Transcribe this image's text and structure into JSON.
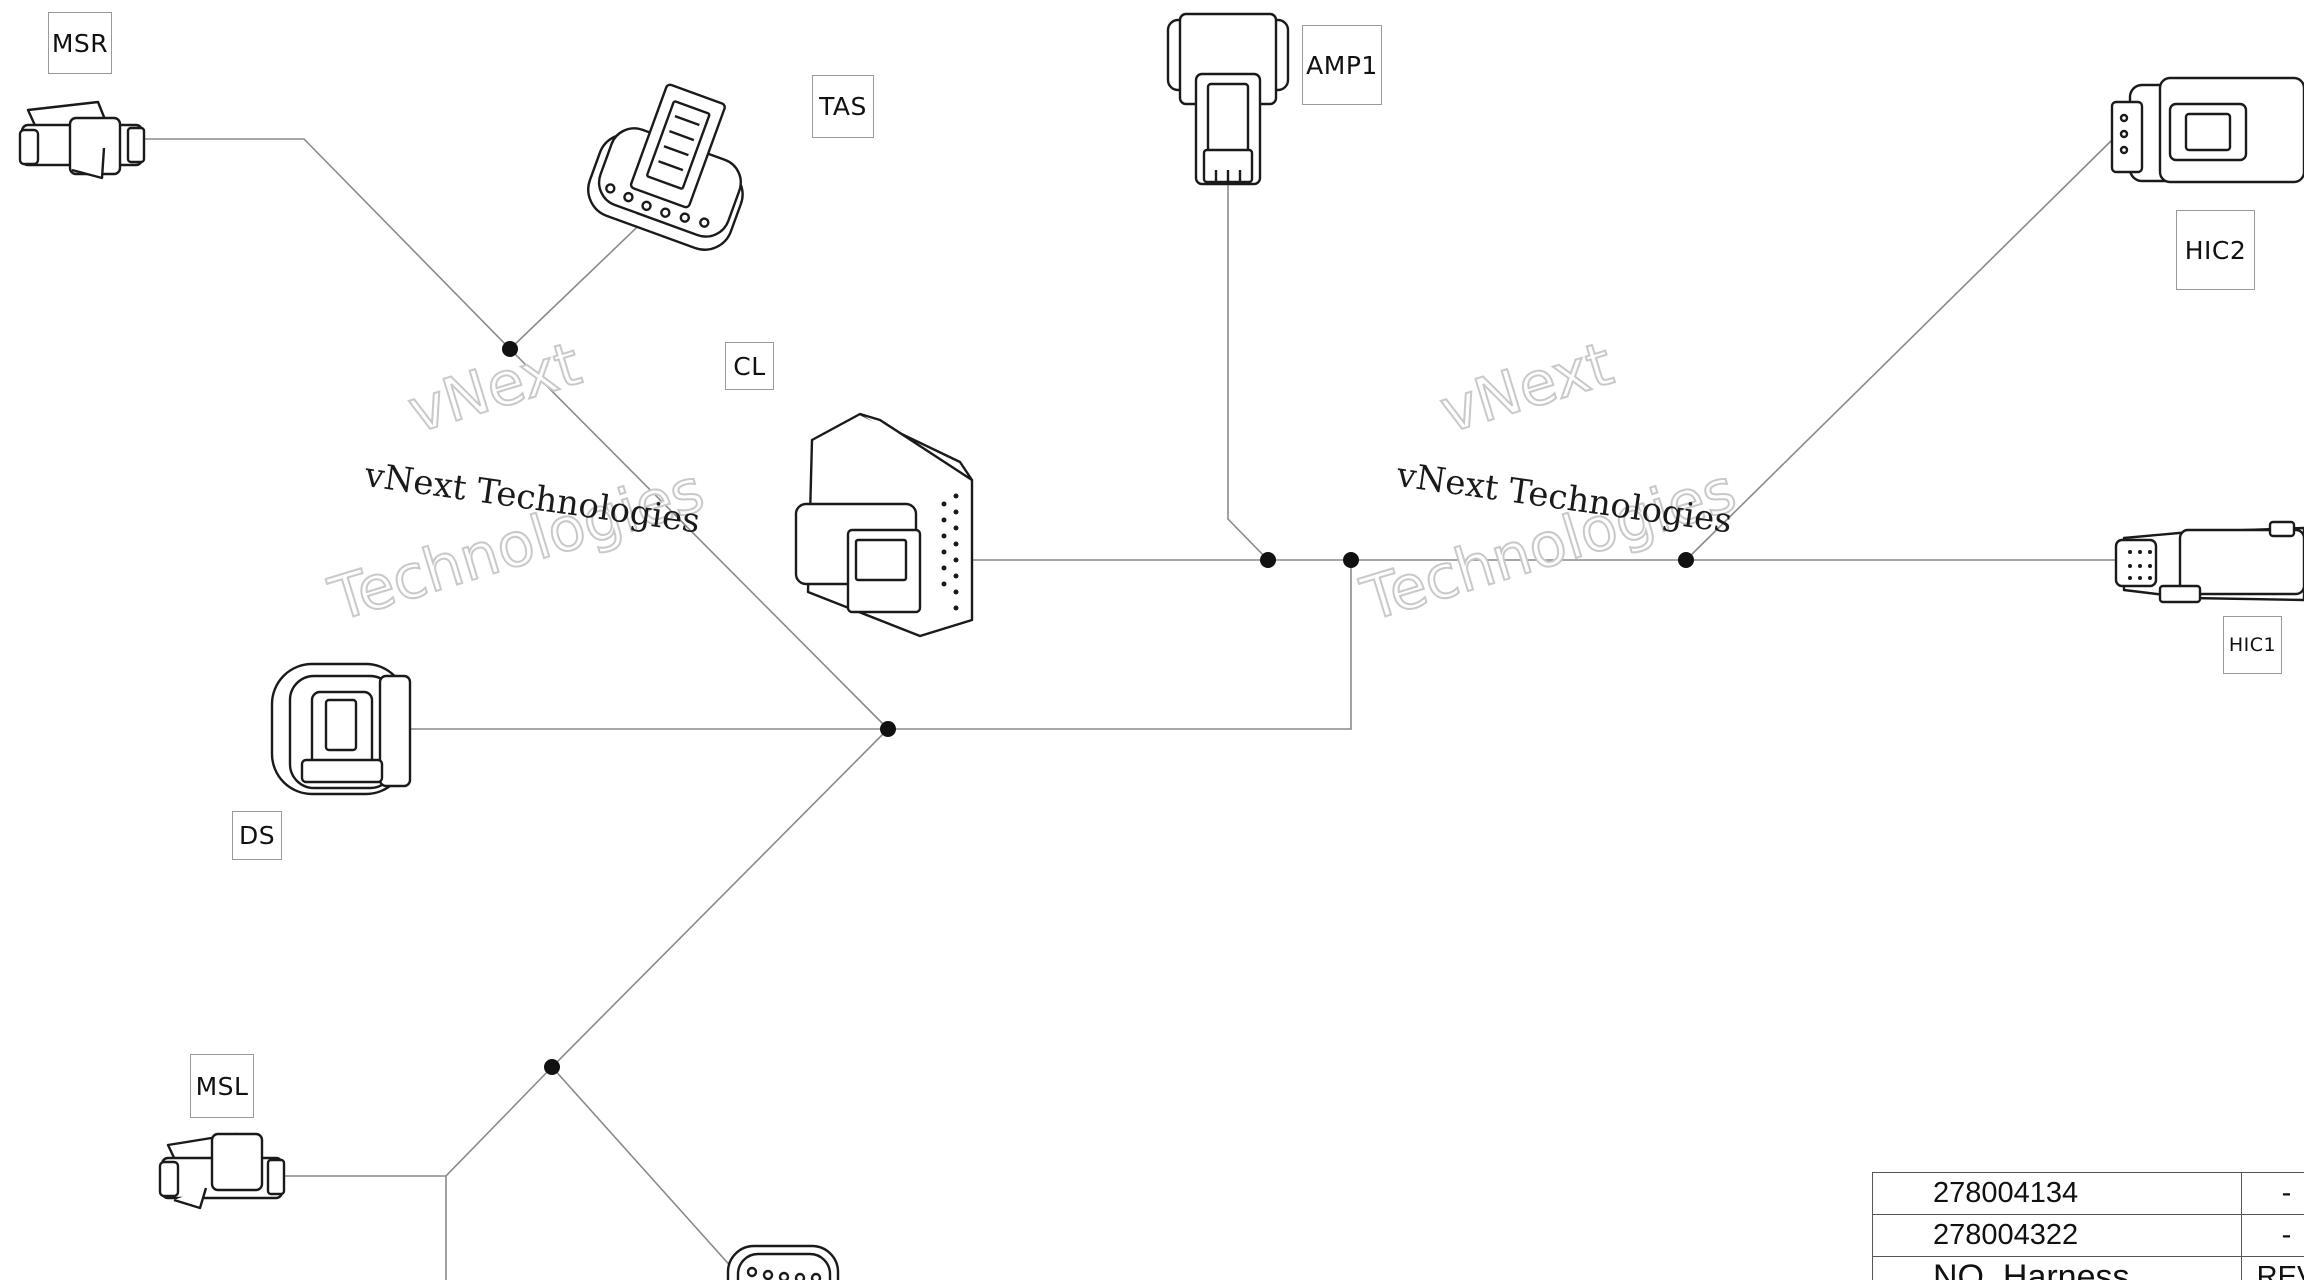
{
  "connectors": {
    "msr": "MSR",
    "tas": "TAS",
    "amp1": "AMP1",
    "hic2": "HIC2",
    "cl": "CL",
    "hic1": "HIC1",
    "ds": "DS",
    "msl": "MSL"
  },
  "watermark": {
    "company": "vNext Technologies",
    "brand_line1": "vNext",
    "brand_line2": "Technologies"
  },
  "bom_table": {
    "rows": [
      {
        "part": "278004134",
        "rev": "-"
      },
      {
        "part": "278004322",
        "rev": "-"
      }
    ],
    "header": {
      "part": "NO. Harness",
      "rev": "REV"
    }
  },
  "colors": {
    "wire": "#7a7a7a",
    "node": "#111111",
    "connector_stroke": "#1a1a1a"
  }
}
